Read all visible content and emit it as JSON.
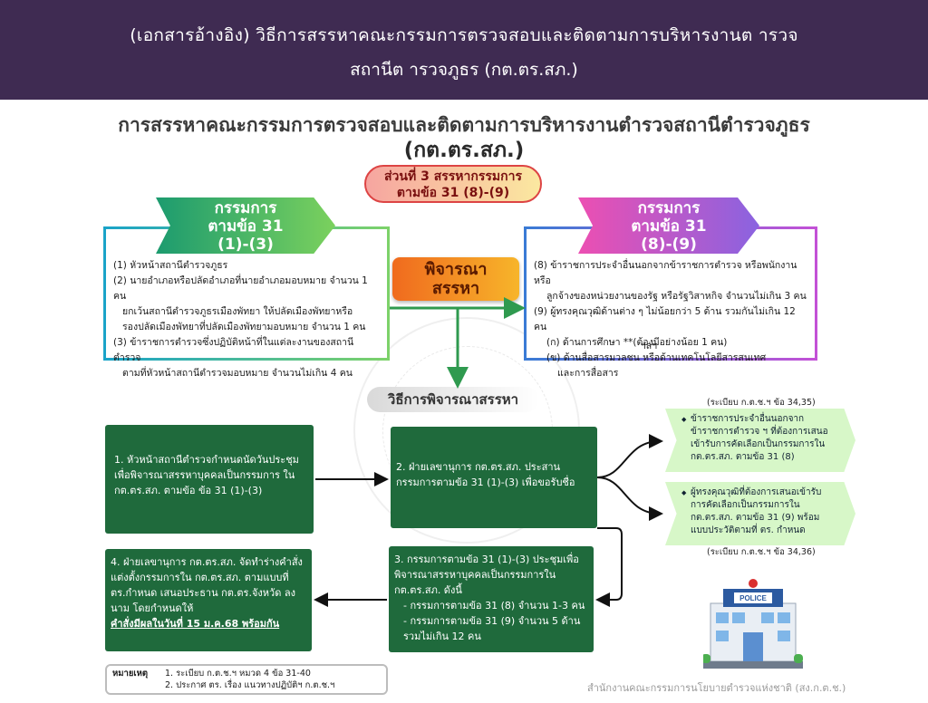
{
  "header": {
    "line1": "(เอกสารอ้างอิง)  วิธีการสรรหาคณะกรรมการตรวจสอบและติดตามการบริหารงานต ารวจ",
    "line2": "สถานีต ารวจภูธร (กต.ตร.สภ.)"
  },
  "title": {
    "line1": "การสรรหาคณะกรรมการตรวจสอบและติดตามการบริหารงานตำรวจสถานีตำรวจภูธร",
    "line2": "(กต.ตร.สภ.)"
  },
  "section_pill": {
    "line1": "ส่วนที่ 3 สรรหากรรมการ",
    "line2": "ตามข้อ 31 (8)-(9)"
  },
  "banner_left": {
    "line1": "กรรมการ",
    "line2": "ตามข้อ 31",
    "line3": "(1)-(3)"
  },
  "banner_right": {
    "line1": "กรรมการ",
    "line2": "ตามข้อ 31",
    "line3": "(8)-(9)"
  },
  "left_box": {
    "items": [
      "(1) หัวหน้าสถานีตำรวจภูธร",
      "(2) นายอำเภอหรือปลัดอำเภอที่นายอำเภอมอบหมาย จำนวน 1 คน",
      "ยกเว้นสถานีตำรวจภูธรเมืองพัทยา ให้ปลัดเมืองพัทยาหรือ",
      "รองปลัดเมืองพัทยาที่ปลัดเมืองพัทยามอบหมาย จำนวน 1 คน",
      "(3) ข้าราชการตำรวจซึ่งปฏิบัติหน้าที่ในแต่ละงานของสถานีตำรวจ",
      "ตามที่หัวหน้าสถานีตำรวจมอบหมาย จำนวนไม่เกิน 4 คน"
    ]
  },
  "right_box": {
    "items": [
      "(8) ข้าราชการประจำอื่นนอกจากข้าราชการตำรวจ หรือพนักงาน หรือ",
      "ลูกจ้างของหน่วยงานของรัฐ หรือรัฐวิสาหกิจ จำนวนไม่เกิน 3 คน",
      "(9) ผู้ทรงคุณวุฒิด้านต่าง ๆ ไม่น้อยกว่า 5 ด้าน รวมกันไม่เกิน 12 คน",
      "(ก) ด้านการศึกษา **(ต้องมีอย่างน้อย 1 คน)",
      "(ข) ด้านสื่อสารมวลชน หรือด้านเทคโนโลยีสารสนเทศ",
      "และการสื่อสาร"
    ],
    "sign": "ฯลฯ"
  },
  "consider": {
    "line1": "พิจารณา",
    "line2": "สรรหา"
  },
  "method_label": "วิธีการพิจารณาสรรหา",
  "steps": {
    "step1": "1. หัวหน้าสถานีตำรวจกำหนดนัดวันประชุมเพื่อพิจารณาสรรหาบุคคลเป็นกรรมการ ใน กต.ตร.สภ. ตามข้อ ข้อ 31 (1)-(3)",
    "step2": "2. ฝ่ายเลขานุการ กต.ตร.สภ. ประสานกรรมการตามข้อ 31 (1)-(3) เพื่อขอรับชื่อ",
    "step3_main": "3. กรรมการตามข้อ 31 (1)-(3) ประชุมเพื่อพิจารณาสรรหาบุคคลเป็นกรรมการใน กต.ตร.สภ. ดังนี้",
    "step3_a": "- กรรมการตามข้อ 31 (8) จำนวน 1-3 คน",
    "step3_b": "- กรรมการตามข้อ 31 (9) จำนวน 5 ด้าน รวมไม่เกิน 12 คน",
    "step4_main": "4. ฝ่ายเลขานุการ กต.ตร.สภ. จัดทำร่างคำสั่งแต่งตั้งกรรมการใน กต.ตร.สภ. ตามแบบที่ ตร.กำหนด เสนอประธาน กต.ตร.จังหวัด ลงนาม โดยกำหนดให้",
    "step4_bold": "คำสั่งมีผลในวันที่ 15 ม.ค.68 พร้อมกัน"
  },
  "refs": {
    "top": "(ระเบียบ ก.ต.ช.ฯ ข้อ 34,35)",
    "bottom": "(ระเบียบ ก.ต.ช.ฯ ข้อ 34,36)"
  },
  "green_boxes": {
    "first": "ข้าราชการประจำอื่นนอกจากข้าราชการตำรวจ ฯ ที่ต้องการเสนอเข้ารับการคัดเลือกเป็นกรรมการใน กต.ตร.สภ. ตามข้อ 31 (8)",
    "second": "ผู้ทรงคุณวุฒิที่ต้องการเสนอเข้ารับการคัดเลือกเป็นกรรมการใน กต.ตร.สภ. ตามข้อ 31 (9) พร้อมแบบประวัติตามที่ ตร. กำหนด"
  },
  "police_sign": "POLICE",
  "note": {
    "heading": "หมายเหตุ",
    "line1": "1. ระเบียบ ก.ต.ช.ฯ หมวด 4 ข้อ 31-40",
    "line2": "2. ประกาศ ตร. เรื่อง แนวทางปฏิบัติฯ ก.ต.ช.ฯ"
  },
  "footer": "สำนักงานคณะกรรมการนโยบายตำรวจแห่งชาติ (สง.ก.ต.ช.)",
  "colors": {
    "header_bg": "#3f2b52",
    "step_green": "#1f6a3c",
    "arrow_green": "#2f9a4f",
    "banner_left": "#1c9b6f",
    "banner_right": "#ec4fb2",
    "consider_orange": "#f06a1e"
  }
}
